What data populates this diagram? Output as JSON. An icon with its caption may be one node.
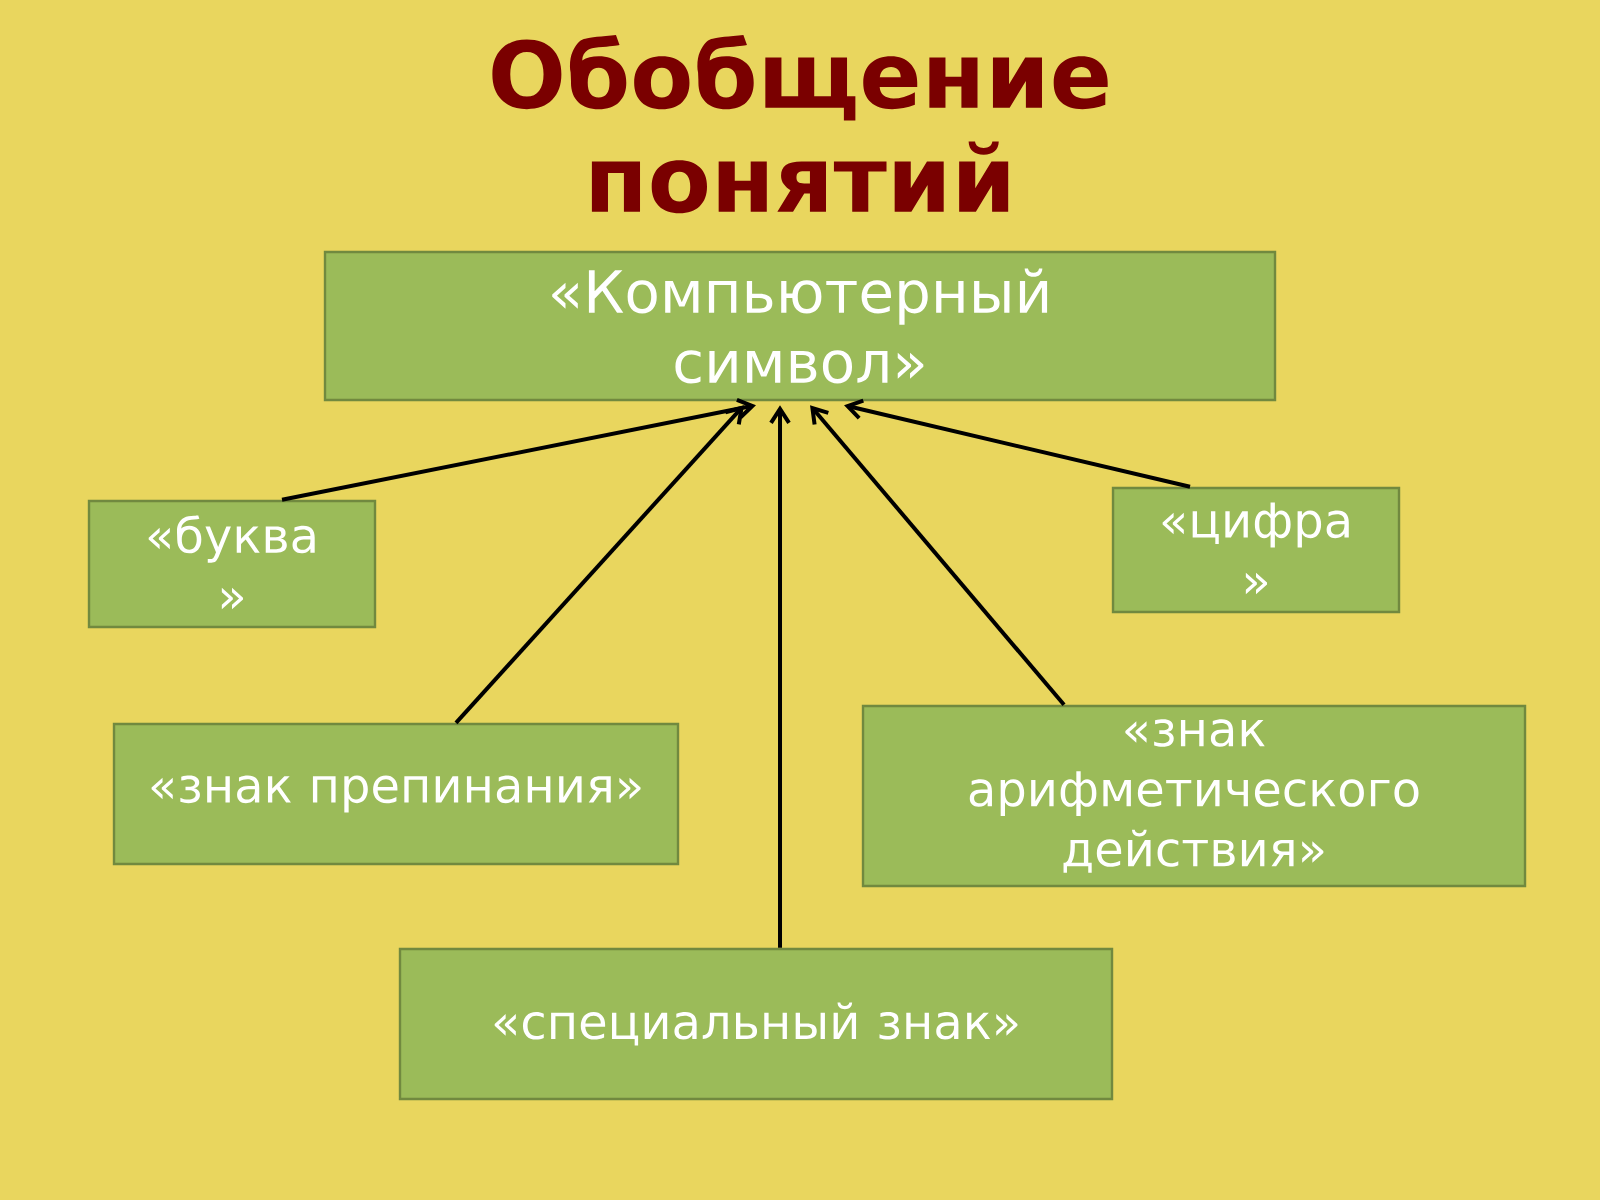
{
  "diagram": {
    "title": "Обобщение понятий",
    "nodes": [
      {
        "text": [
          "«Компьютерный символ»"
        ]
      },
      {
        "text": [
          "«буква »"
        ]
      },
      {
        "text": [
          "«цифра »"
        ]
      },
      {
        "text": [
          "«знак препинания»"
        ]
      },
      {
        "text": [
          "«знак арифметического действия»"
        ]
      },
      {
        "text": [
          "«специальный знак»"
        ]
      }
    ],
    "edges": [
      {
        "from": 1,
        "to": 0,
        "arrow": "to"
      },
      {
        "from": 3,
        "to": 0,
        "arrow": "to"
      },
      {
        "from": 5,
        "to": 0,
        "arrow": "to"
      },
      {
        "from": 4,
        "to": 0,
        "arrow": "to"
      },
      {
        "from": 2,
        "to": 0,
        "arrow": "to"
      }
    ]
  }
}
